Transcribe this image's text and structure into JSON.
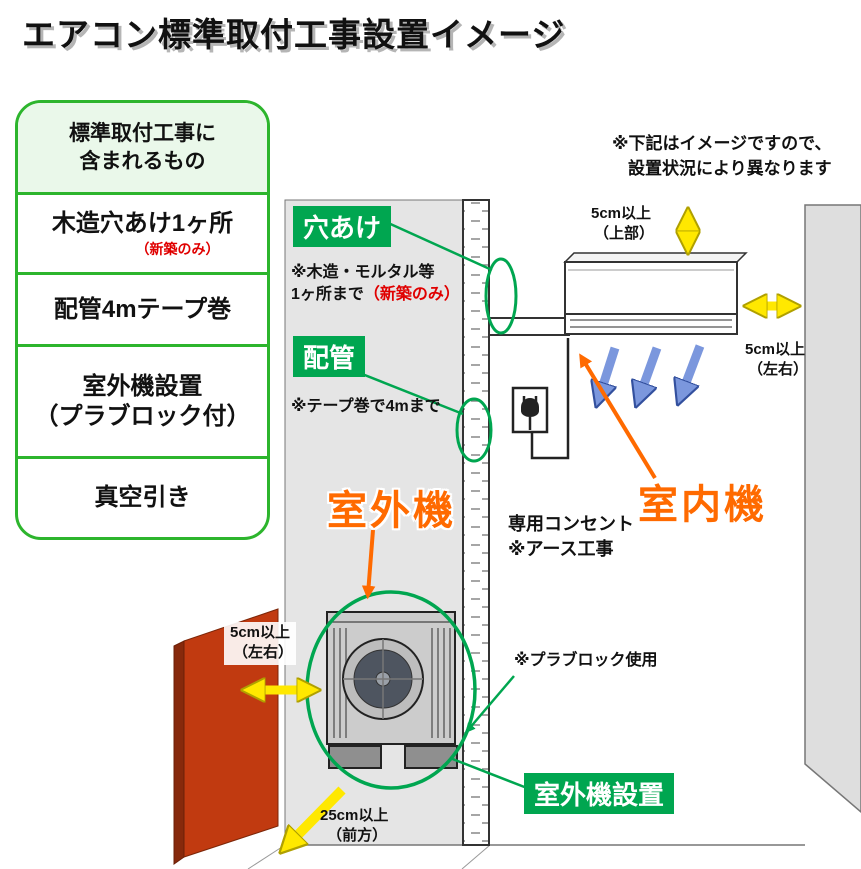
{
  "title": "エアコン標準取付工事設置イメージ",
  "included_panel": {
    "header_line1": "標準取付工事に",
    "header_line2": "含まれるもの",
    "item1_main": "木造穴あけ1ヶ所",
    "item1_sub": "（新築のみ）",
    "item2": "配管4mテープ巻",
    "item3_line1": "室外機設置",
    "item3_line2": "（プラブロック付）",
    "item4": "真空引き"
  },
  "disclaimer": {
    "line1": "※下記はイメージですので、",
    "line2": "設置状況により異なります"
  },
  "diagram": {
    "hole": {
      "label": "穴あけ",
      "note_line1": "※木造・モルタル等",
      "note_line2": "1ヶ所まで",
      "note_line2_red": "（新築のみ）"
    },
    "pipe": {
      "label": "配管",
      "note": "※テープ巻で4mまで"
    },
    "outdoor_unit_label": "室外機",
    "indoor_unit_label": "室内機",
    "outlet": {
      "line1": "専用コンセント",
      "line2": "※アース工事"
    },
    "pla_block_note": "※プラブロック使用",
    "outdoor_install_label": "室外機設置",
    "clearance_top": {
      "line1": "5cm以上",
      "line2": "（上部）"
    },
    "clearance_right": {
      "line1": "5cm以上",
      "line2": "（左右）"
    },
    "clearance_left": {
      "line1": "5cm以上",
      "line2": "（左右）"
    },
    "clearance_front": {
      "line1": "25cm以上",
      "line2": "（前方）"
    }
  },
  "colors": {
    "highlight_green": "#00a650",
    "label_orange": "#ff6a00",
    "arrow_yellow": "#ffe800",
    "airflow_blue": "#7b97dd",
    "wall_red": "#c13a10"
  }
}
